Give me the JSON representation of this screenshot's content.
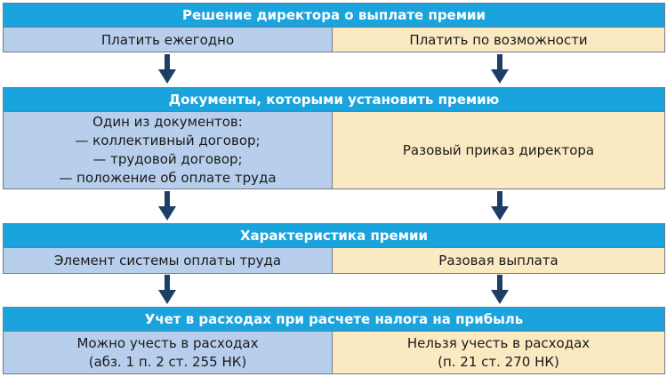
{
  "rows": [
    {
      "header": "Решение директора о выплате премии",
      "left": [
        "Платить ежегодно"
      ],
      "right": [
        "Платить по возможности"
      ]
    },
    {
      "header": "Документы, которыми установить премию",
      "left": [
        "Один из документов:",
        "— коллективный договор;",
        "— трудовой договор;",
        "— положение об оплате труда"
      ],
      "right": [
        "Разовый приказ директора"
      ]
    },
    {
      "header": "Характеристика премии",
      "left": [
        "Элемент системы оплаты труда"
      ],
      "right": [
        "Разовая выплата"
      ]
    },
    {
      "header": "Учет в расходах при расчете налога на прибыль",
      "left": [
        "Можно учесть в расходах",
        "(абз. 1 п. 2 ст. 255 НК)"
      ],
      "right": [
        "Нельзя учесть в расходах",
        "(п. 21 ст. 270 НК)"
      ]
    }
  ],
  "colors": {
    "band": "#1aa3dd",
    "left_cell": "#b7cfec",
    "right_cell": "#fbe9c2",
    "arrow": "#1e3e66"
  }
}
